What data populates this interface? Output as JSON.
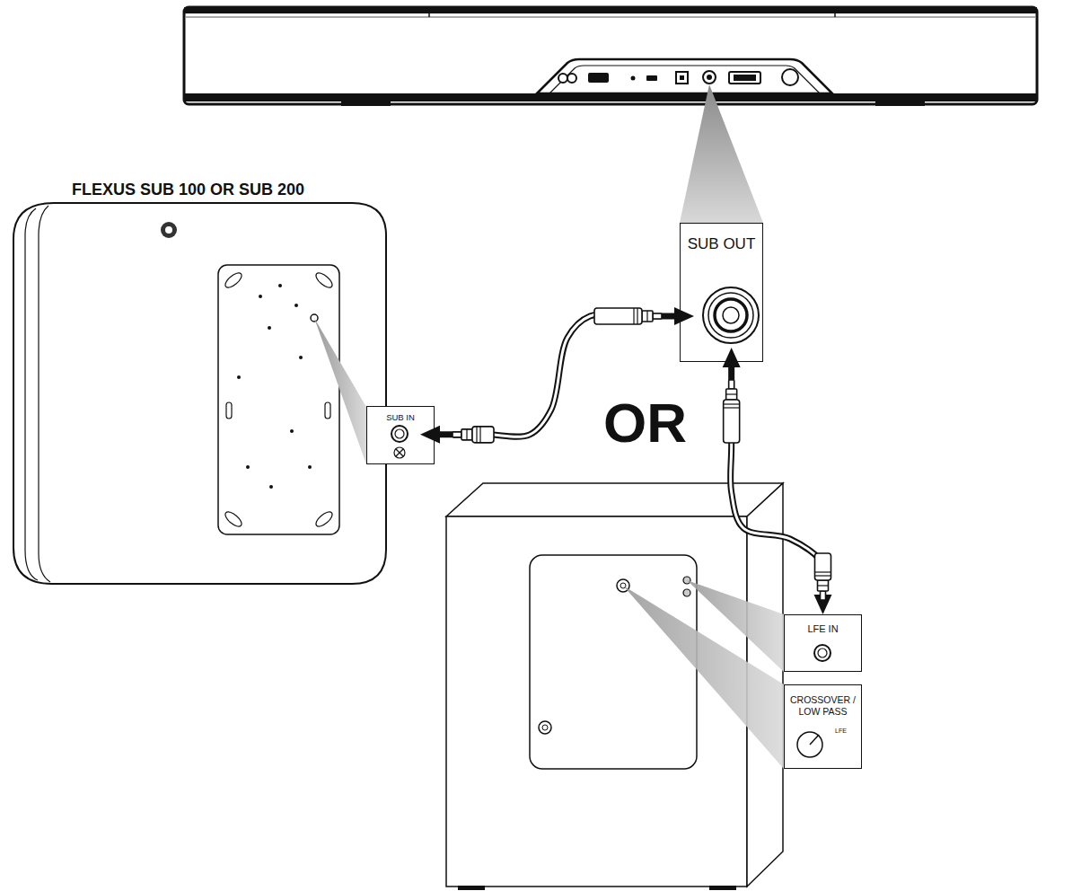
{
  "diagram": {
    "nodes": [
      {
        "text": [
          "SUB OUT"
        ]
      },
      {
        "text": [
          "SUB IN"
        ]
      },
      {
        "text": [
          "LFE IN"
        ]
      },
      {
        "text": [
          "CROSSOVER / LOW PASS",
          "LFE"
        ]
      }
    ],
    "edges": [
      {
        "from": 0,
        "to": 1,
        "arrow": "both"
      },
      {
        "from": 0,
        "to": 2,
        "arrow": "both"
      }
    ],
    "labels": [
      "FLEXUS SUB 100 OR SUB 200",
      "OR"
    ]
  }
}
